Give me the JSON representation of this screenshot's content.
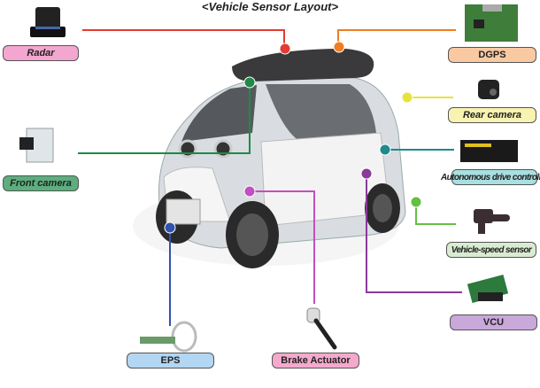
{
  "title": "<Vehicle Sensor Layout>",
  "components": {
    "radar": {
      "label": "Radar",
      "color": "#f3a6cf",
      "line": "#e43a33"
    },
    "dgps": {
      "label": "DGPS",
      "color": "#f9c9a2",
      "line": "#ef7d22"
    },
    "rear_camera": {
      "label": "Rear camera",
      "color": "#f8f3b0",
      "line": "#e9e23e"
    },
    "autonomous_controller": {
      "label": "Autonomous drive controller",
      "color": "#a9dfe0",
      "line": "#1f8a8c"
    },
    "front_camera": {
      "label": "Front camera",
      "color": "#5cae7e",
      "line": "#1e8a48"
    },
    "vehicle_speed_sensor": {
      "label": "Vehicle-speed sensor",
      "color": "#d9ecd2",
      "line": "#63c043"
    },
    "vcu": {
      "label": "VCU",
      "color": "#c9a8da",
      "line": "#8a3a9a"
    },
    "eps": {
      "label": "EPS",
      "color": "#b3d6f2",
      "line": "#3152b0"
    },
    "brake_actuator": {
      "label": "Brake Actuator",
      "color": "#f4a9cd",
      "line": "#c24fbf"
    }
  }
}
